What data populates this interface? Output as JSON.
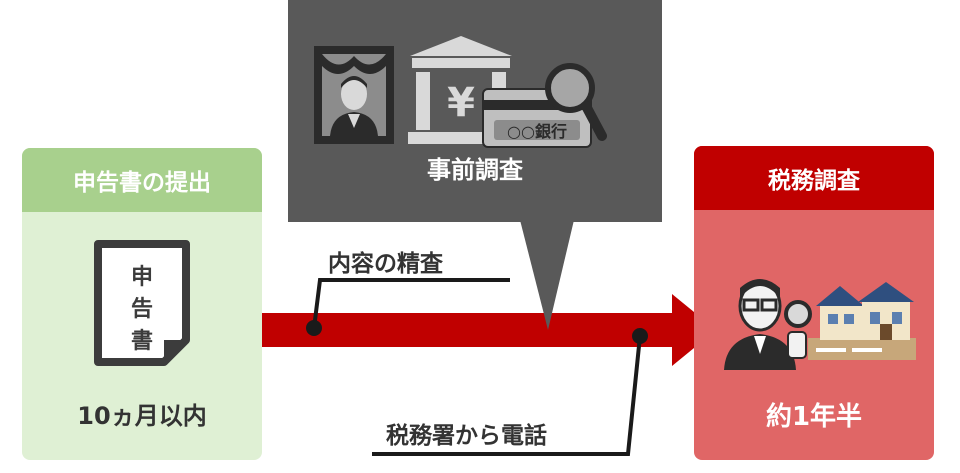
{
  "left_card": {
    "title": "申告書の提出",
    "document_text": "申\n告\n書",
    "period": "10ヵ月以内"
  },
  "right_card": {
    "title": "税務調査",
    "period": "約1年半"
  },
  "callout": {
    "label": "事前調査",
    "bank_card_text": "○○銀行",
    "yen_symbol": "¥"
  },
  "timeline": {
    "label_top": "内容の精査",
    "label_bottom": "税務署から電話"
  },
  "colors": {
    "arrow": "#c00000",
    "left_header": "#a8d08d",
    "left_body": "#dff0d4",
    "right_header": "#c00000",
    "right_body": "#e06666",
    "callout": "#595959"
  }
}
